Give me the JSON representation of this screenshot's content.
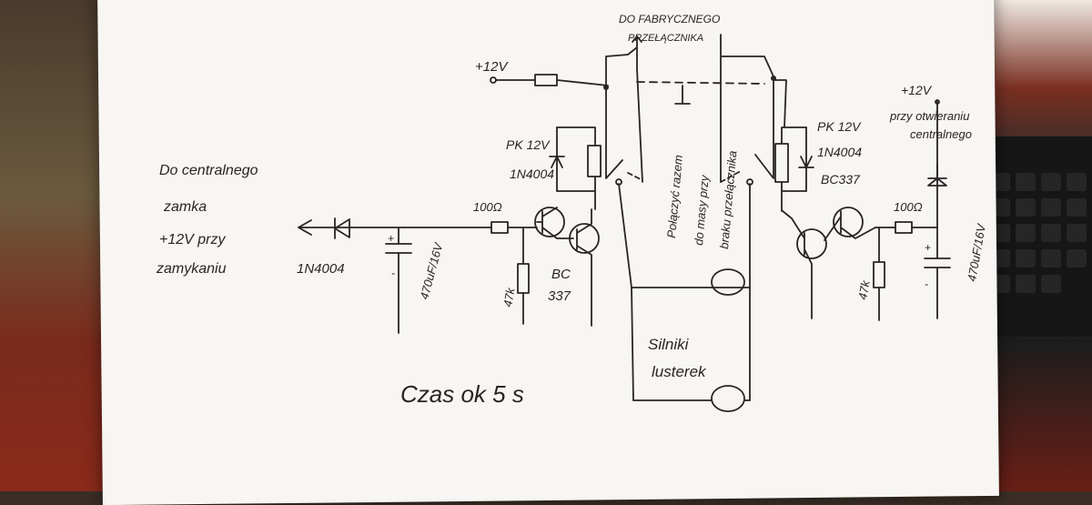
{
  "diagram": {
    "left_input": [
      "Do centralnego",
      "zamka",
      "+12V przy",
      "zamykaniu"
    ],
    "top_label": [
      "DO FABRYCZNEGO",
      "PRZEŁĄCZNIKA"
    ],
    "plus12_top": "+12V",
    "relay_left": [
      "PK 12V",
      "1N4004"
    ],
    "relay_right": [
      "PK 12V",
      "1N4004",
      "BC337"
    ],
    "right_input": [
      "+12V",
      "przy otwieraniu",
      "centralnego"
    ],
    "diode_left": "1N4004",
    "cap_left": "470uF/16V",
    "cap_right": "470uF/16V",
    "res_left": "100Ω",
    "res_right": "100Ω",
    "pot_left": "47k",
    "pot_right": "47k",
    "transistor_left": [
      "BC",
      "337"
    ],
    "center_text": [
      "Połączyć razem",
      "do masy przy",
      "braku przełącznika"
    ],
    "motors": [
      "Silniki",
      "lusterek"
    ],
    "time": "Czas ok 5 s",
    "plus_sign": "+",
    "minus_sign": "-"
  }
}
